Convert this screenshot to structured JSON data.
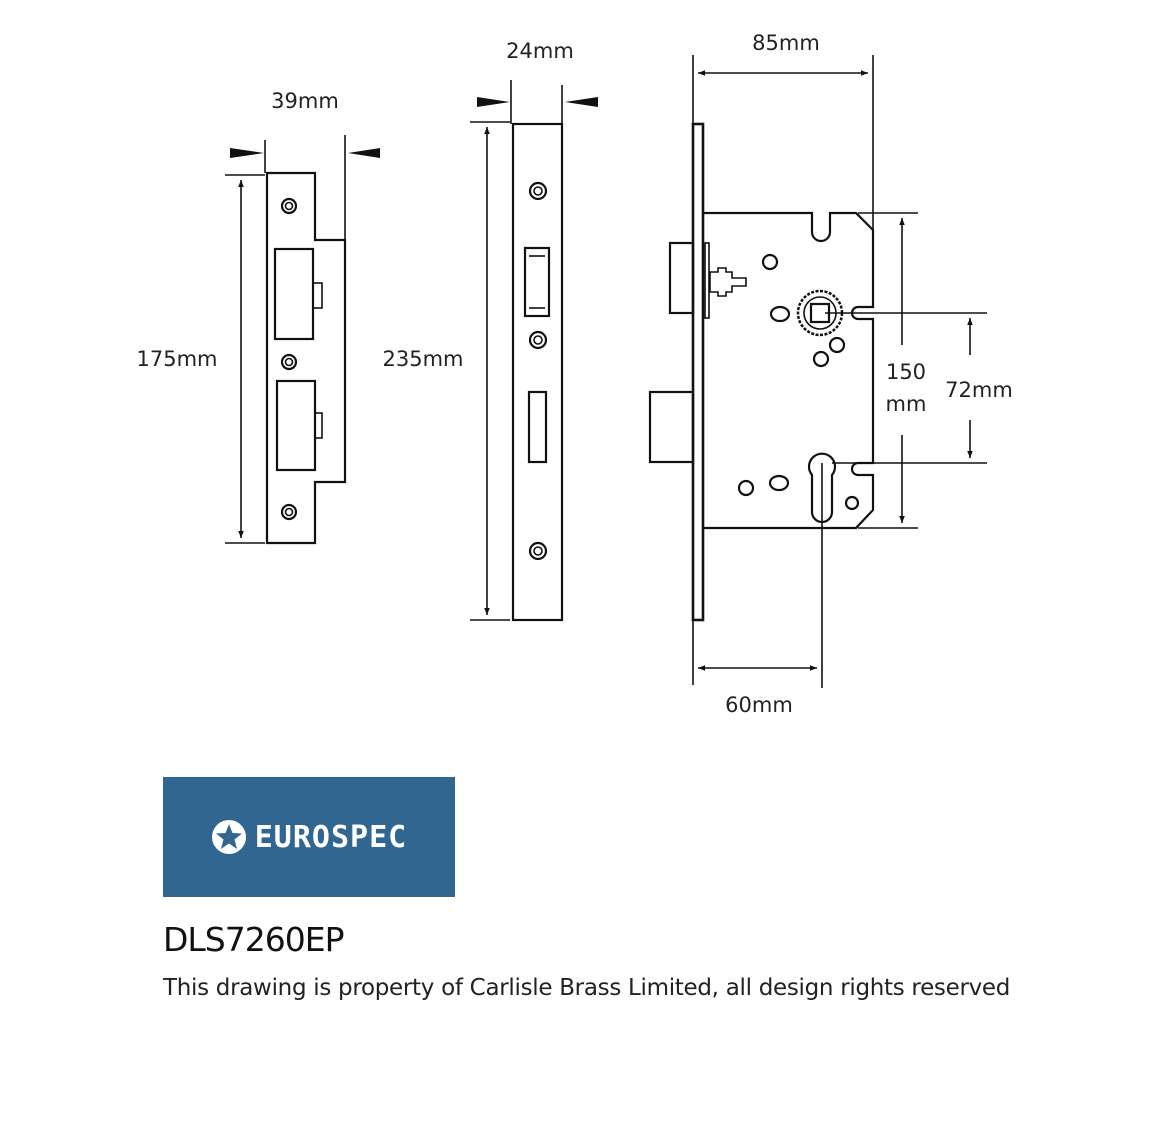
{
  "dimensions": {
    "strike_width": "39mm",
    "strike_height": "175mm",
    "forend_width": "24mm",
    "forend_height": "235mm",
    "case_width": "85mm",
    "case_height_value": "150",
    "case_height_unit": "mm",
    "centres": "72mm",
    "backset": "60mm"
  },
  "logo": {
    "text": "EUROSPEC",
    "color": "#306690"
  },
  "product_code": "DLS7260EP",
  "disclaimer": "This drawing is property of Carlisle Brass Limited, all design rights reserved"
}
